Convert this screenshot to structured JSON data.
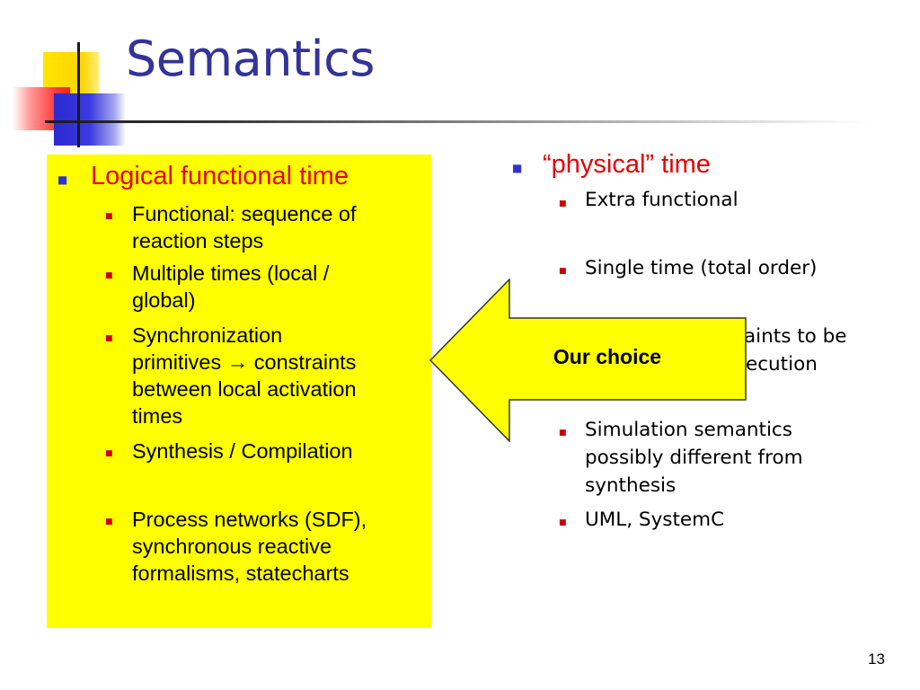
{
  "slide": {
    "title": "Semantics",
    "page_number": "13",
    "left": {
      "heading": "Logical functional time",
      "items": [
        "Functional: sequence of reaction steps",
        "Multiple times (local / global)",
        "Synchronization primitives → constraints between local activation times",
        "Synthesis / Compilation",
        "Process networks (SDF), synchronous reactive formalisms, statecharts"
      ],
      "items_lines": [
        [
          "Functional: sequence of",
          "reaction steps"
        ],
        [
          "Multiple times (local /",
          "global)"
        ],
        [
          "Synchronization",
          "primitives → constraints",
          "between local activation",
          "times"
        ],
        [
          "Synthesis / Compilation"
        ],
        [
          "Process networks (SDF),",
          "synchronous reactive",
          "formalisms, statecharts"
        ]
      ]
    },
    "right": {
      "heading": "“physical” time",
      "items_lines": [
        [
          "Extra functional"
        ],
        [
          "Single time (total order)"
        ],
        [
          "aints to be",
          "ecution"
        ],
        [
          "Simulation semantics",
          "possibly different from",
          "synthesis"
        ],
        [
          "UML, SystemC"
        ]
      ]
    },
    "callout": {
      "label": "Our choice"
    },
    "colors": {
      "title": "#333399",
      "highlight_box": "#ffff00",
      "heading_red": "#e60000",
      "bullet_blue": "#3333cc",
      "bullet_red": "#cc0000"
    }
  }
}
